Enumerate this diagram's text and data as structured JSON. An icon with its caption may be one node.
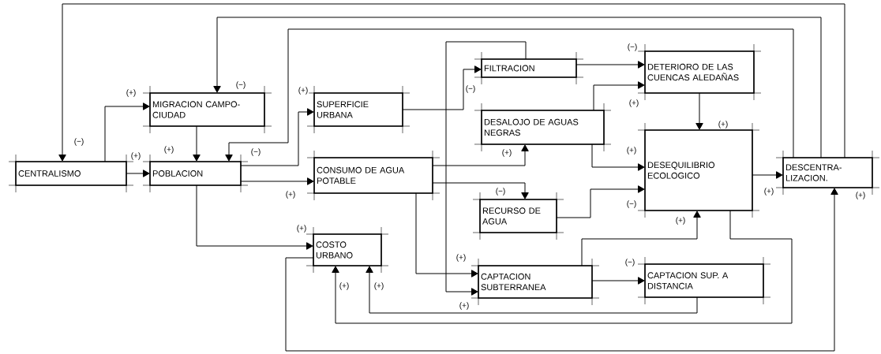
{
  "diagram": {
    "nodes": [
      {
        "text": [
          "CENTRALISMO"
        ]
      },
      {
        "text": [
          "MIGRACION CAMPO-CIUDAD"
        ]
      },
      {
        "text": [
          "POBLACION"
        ]
      },
      {
        "text": [
          "SUPERFICIE URBANA"
        ]
      },
      {
        "text": [
          "CONSUMO DE AGUA POTABLE"
        ]
      },
      {
        "text": [
          "FILTRACION"
        ]
      },
      {
        "text": [
          "DESALOJO DE AGUAS NEGRAS"
        ]
      },
      {
        "text": [
          "RECURSO DE AGUA"
        ]
      },
      {
        "text": [
          "COSTO URBANO"
        ]
      },
      {
        "text": [
          "CAPTACION SUBTERRANEA"
        ]
      },
      {
        "text": [
          "DETERIORO DE LAS CUENCAS ALEDAÑAS"
        ]
      },
      {
        "text": [
          "DESEQUILIBRIO ECOLOGICO"
        ]
      },
      {
        "text": [
          "DESCENTRA-LIZACION."
        ]
      },
      {
        "text": [
          "CAPTACION SUP. A DISTANCIA"
        ]
      }
    ],
    "edges": [
      {
        "from": 12,
        "to": 0,
        "arrow": "to",
        "label": "(−)"
      },
      {
        "from": 0,
        "to": 1,
        "arrow": "to",
        "label": "(+)"
      },
      {
        "from": 0,
        "to": 2,
        "arrow": "to",
        "label": "(+)"
      },
      {
        "from": 12,
        "to": 1,
        "arrow": "to",
        "label": "(−)"
      },
      {
        "from": 1,
        "to": 2,
        "arrow": "to",
        "label": "(+)"
      },
      {
        "from": 12,
        "to": 2,
        "arrow": "to",
        "label": "(−)"
      },
      {
        "from": 2,
        "to": 3,
        "arrow": "to",
        "label": "(+)"
      },
      {
        "from": 2,
        "to": 4,
        "arrow": "to",
        "label": "(+)"
      },
      {
        "from": 2,
        "to": 8,
        "arrow": "to",
        "label": "(+)"
      },
      {
        "from": 3,
        "to": 5,
        "arrow": "to",
        "label": "(−)"
      },
      {
        "from": 5,
        "to": 10,
        "arrow": "to",
        "label": "(−)"
      },
      {
        "from": 5,
        "to": 9,
        "arrow": "to",
        "label": "(+)"
      },
      {
        "from": 6,
        "to": 10,
        "arrow": "to",
        "label": "(+)"
      },
      {
        "from": 4,
        "to": 6,
        "arrow": "to",
        "label": "(+)"
      },
      {
        "from": 4,
        "to": 7,
        "arrow": "to",
        "label": "(−)"
      },
      {
        "from": 4,
        "to": 9,
        "arrow": "to",
        "label": "(+)"
      },
      {
        "from": 6,
        "to": 11,
        "arrow": "to",
        "label": "(+)"
      },
      {
        "from": 7,
        "to": 11,
        "arrow": "to",
        "label": "(−)"
      },
      {
        "from": 10,
        "to": 11,
        "arrow": "to",
        "label": "(+)"
      },
      {
        "from": 11,
        "to": 12,
        "arrow": "to",
        "label": "(+)"
      },
      {
        "from": 9,
        "to": 11,
        "arrow": "to",
        "label": "(+)"
      },
      {
        "from": 9,
        "to": 13,
        "arrow": "to",
        "label": "(−)"
      },
      {
        "from": 11,
        "to": 8,
        "arrow": "to",
        "label": "(+)"
      },
      {
        "from": 13,
        "to": 8,
        "arrow": "to",
        "label": "(+)"
      },
      {
        "from": 8,
        "to": 12,
        "arrow": "to",
        "label": "(+)"
      }
    ]
  }
}
